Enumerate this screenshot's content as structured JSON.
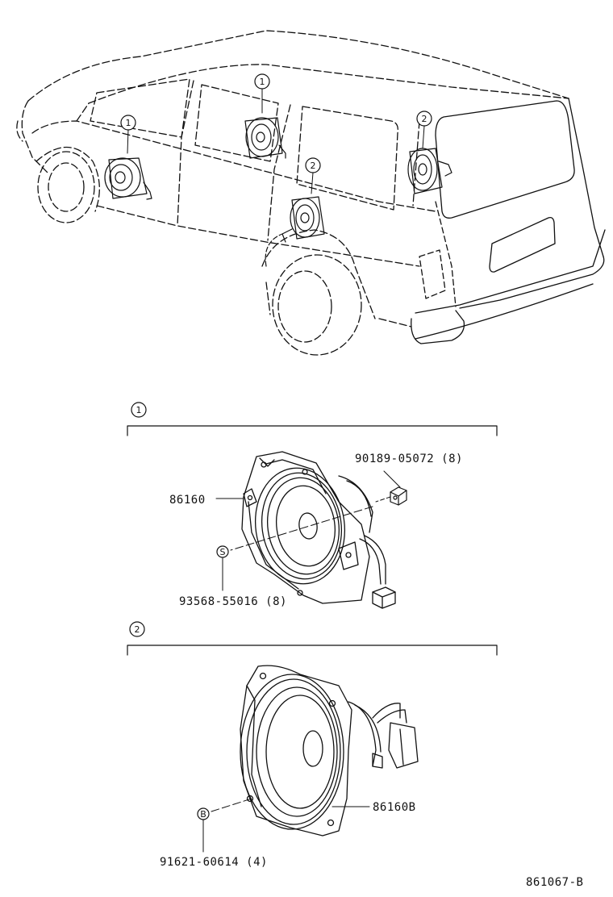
{
  "callouts": {
    "speaker_one": "1",
    "speaker_two": "2",
    "screw_s": "S",
    "bolt_b": "B"
  },
  "parts": {
    "front_speaker": "86160",
    "front_nut": "90189-05072 (8)",
    "front_screw": "93568-55016 (8)",
    "rear_speaker": "86160B",
    "rear_bolt": "91621-60614 (4)"
  },
  "figure_id": "861067-B",
  "colors": {
    "ink": "#111111",
    "paper": "#ffffff"
  }
}
